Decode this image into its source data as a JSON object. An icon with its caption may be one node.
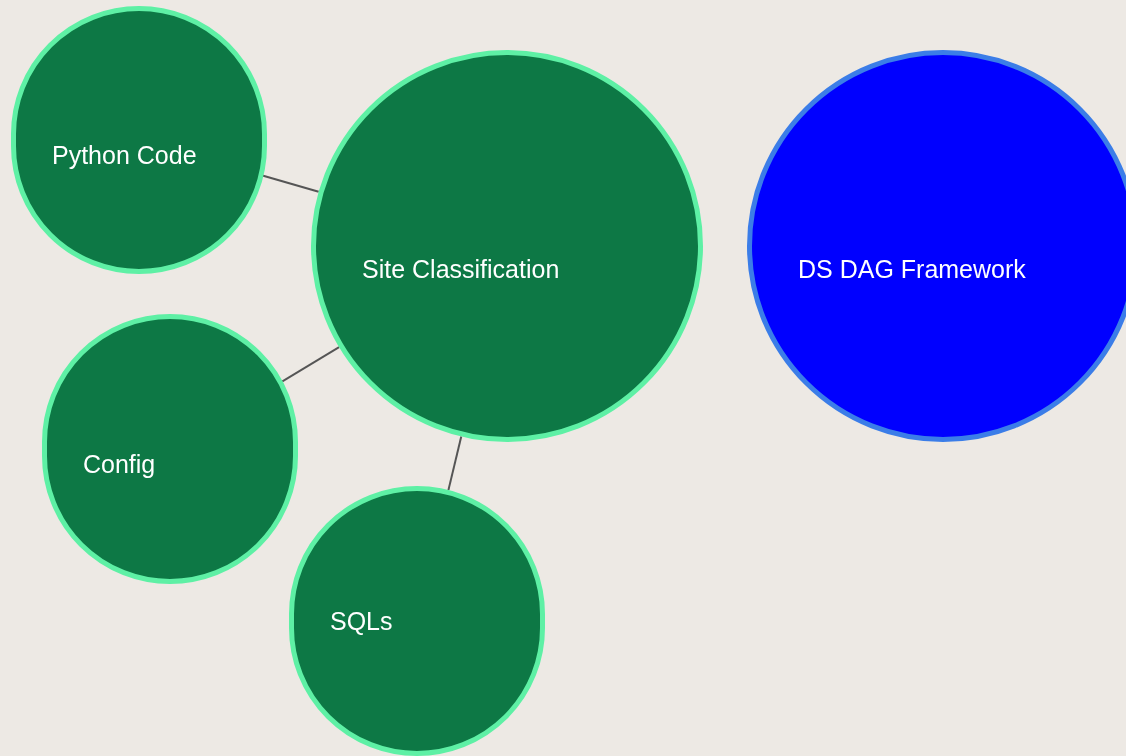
{
  "diagram": {
    "nodes": [
      {
        "text": [
          "Python Code"
        ]
      },
      {
        "text": [
          "Site Classification"
        ]
      },
      {
        "text": [
          "DS DAG Framework"
        ]
      },
      {
        "text": [
          "Config"
        ]
      },
      {
        "text": [
          "SQLs"
        ]
      }
    ],
    "edges": [
      {
        "from": 0,
        "to": 1,
        "arrow": "none"
      },
      {
        "from": 3,
        "to": 1,
        "arrow": "none"
      },
      {
        "from": 1,
        "to": 4,
        "arrow": "none"
      }
    ]
  }
}
